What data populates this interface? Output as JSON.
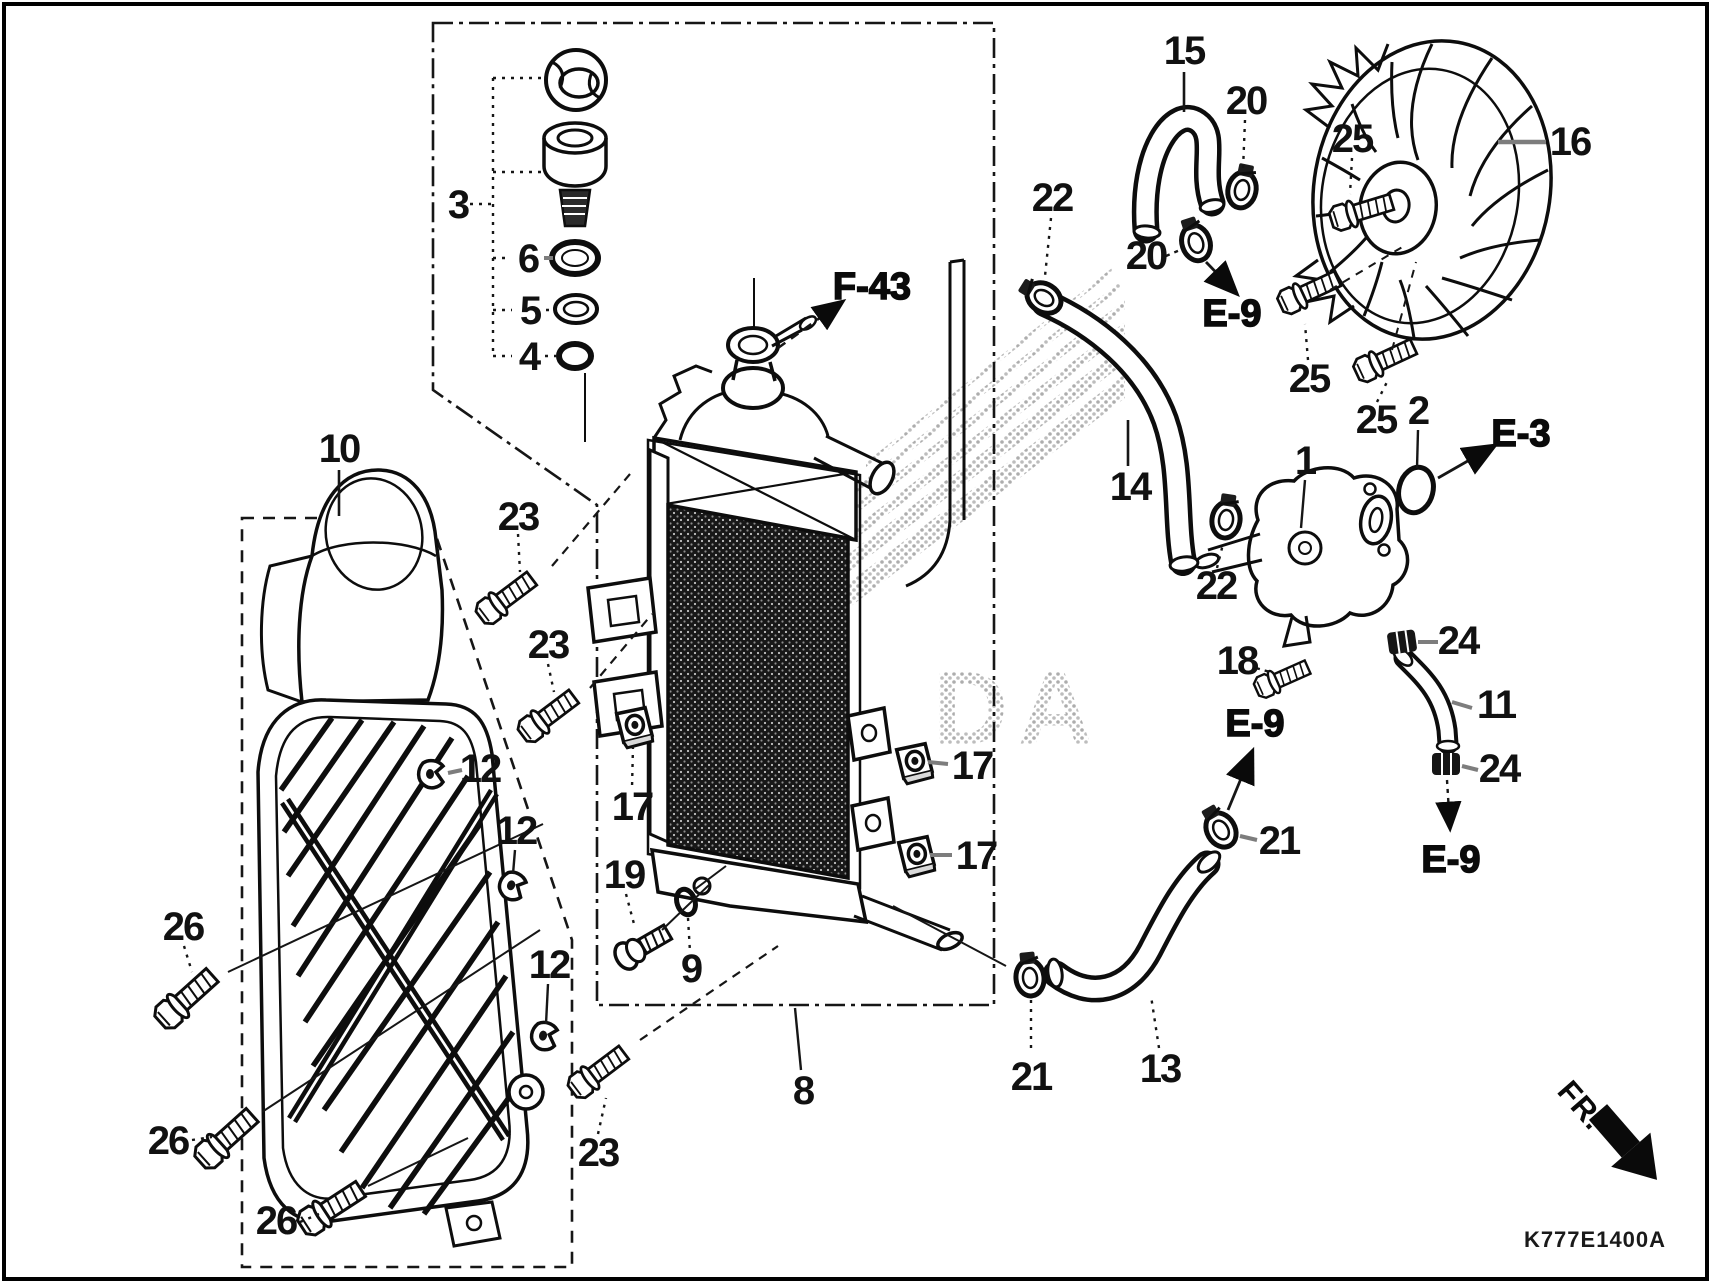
{
  "diagram": {
    "code": "K777E1400A",
    "front_label": "FR.",
    "watermark_text": "DA"
  },
  "refs": {
    "f43": "F-43",
    "e9": "E-9",
    "e3": "E-3"
  },
  "callouts": {
    "n1": "1",
    "n2": "2",
    "n3": "3",
    "n4": "4",
    "n5": "5",
    "n6": "6",
    "n8": "8",
    "n9": "9",
    "n10": "10",
    "n11": "11",
    "n12": "12",
    "n13": "13",
    "n14": "14",
    "n15": "15",
    "n16": "16",
    "n17": "17",
    "n18": "18",
    "n19": "19",
    "n20": "20",
    "n21": "21",
    "n22": "22",
    "n23": "23",
    "n24": "24",
    "n25": "25",
    "n26": "26"
  }
}
